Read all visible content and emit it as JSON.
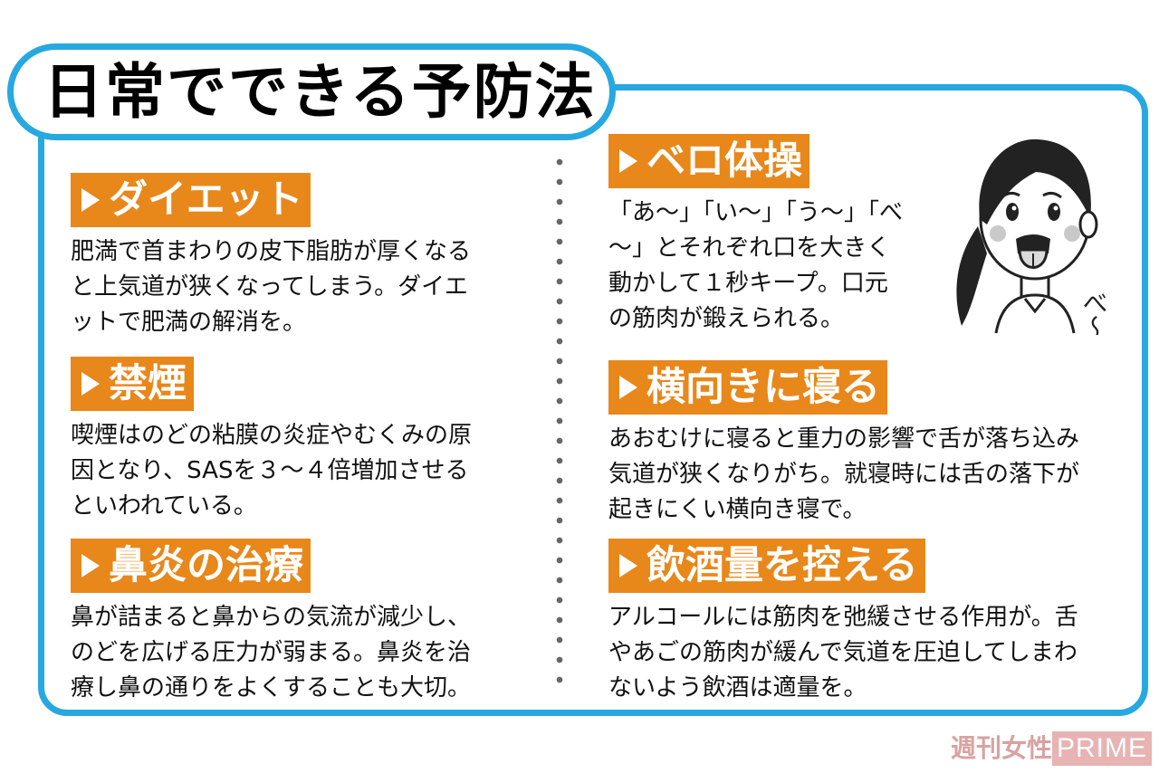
{
  "title": "日常でできる予防法",
  "sections": {
    "diet": {
      "label": "ダイエット",
      "lines": [
        "肥満で首まわりの皮下脂肪が厚くなる",
        "と上気道が狭くなってしまう。ダイエ",
        "ットで肥満の解消を。"
      ]
    },
    "smoking": {
      "label": "禁煙",
      "lines": [
        "喫煙はのどの粘膜の炎症やむくみの原",
        "因となり、SASを３～４倍増加させる",
        "といわれている。"
      ]
    },
    "rhinitis": {
      "label": "鼻炎の治療",
      "lines": [
        "鼻が詰まると鼻からの気流が減少し、",
        "のどを広げる圧力が弱まる。鼻炎を治",
        "療し鼻の通りをよくすることも大切。"
      ]
    },
    "tongue": {
      "label": "ベロ体操",
      "lines": [
        "「あ～」「い～」「う～」「べ",
        "～」とそれぞれ口を大きく",
        "動かして１秒キープ。口元",
        "の筋肉が鍛えられる。"
      ]
    },
    "side_sleep": {
      "label": "横向きに寝る",
      "lines": [
        "あおむけに寝ると重力の影響で舌が落ち込み",
        "気道が狭くなりがち。就寝時には舌の落下が",
        "起きにくい横向き寝で。"
      ]
    },
    "alcohol": {
      "label": "飲酒量を控える",
      "lines": [
        "アルコールには筋肉を弛緩させる作用が。舌",
        "やあごの筋肉が緩んで気道を圧迫してしまわ",
        "ないよう飲酒は適量を。"
      ]
    }
  },
  "illustration": {
    "speech": "べ～",
    "icon": "woman-sticking-out-tongue"
  },
  "watermark": {
    "jp": "週刊女性",
    "en": "PRIME"
  },
  "colors": {
    "frame": "#27a8e0",
    "label_bg": "#e8871a",
    "watermark": "#e7b3b3"
  }
}
